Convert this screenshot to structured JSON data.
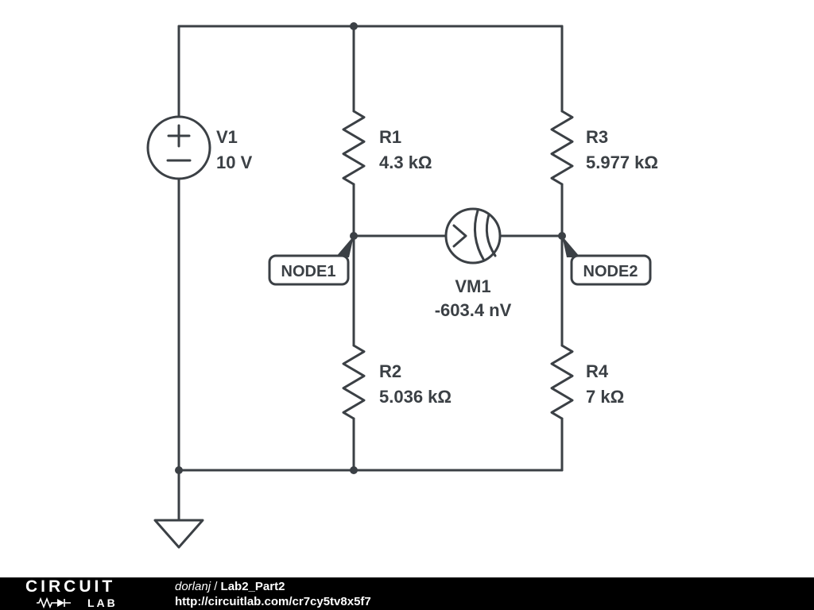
{
  "colors": {
    "stroke": "#3b4045",
    "footer_bg": "#000000",
    "footer_text": "#ffffff"
  },
  "components": {
    "v1": {
      "ref": "V1",
      "value": "10 V"
    },
    "r1": {
      "ref": "R1",
      "value": "4.3 kΩ"
    },
    "r2": {
      "ref": "R2",
      "value": "5.036 kΩ"
    },
    "r3": {
      "ref": "R3",
      "value": "5.977 kΩ"
    },
    "r4": {
      "ref": "R4",
      "value": "7 kΩ"
    },
    "vm1": {
      "ref": "VM1",
      "value": "-603.4 nV"
    }
  },
  "node_labels": {
    "node1": "NODE1",
    "node2": "NODE2"
  },
  "footer": {
    "brand_top": "CIRCUIT",
    "brand_bottom": "LAB",
    "author": "dorlanj",
    "divider": " / ",
    "project": "Lab2_Part2",
    "url": "http://circuitlab.com/cr7cy5tv8x5f7"
  }
}
